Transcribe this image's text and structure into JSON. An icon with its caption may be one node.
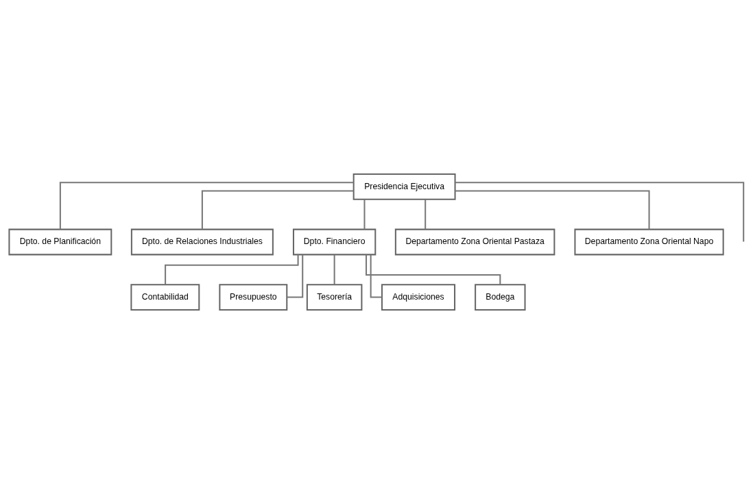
{
  "diagram": {
    "nodes": [
      {
        "text": [
          "Presidencia Ejecutiva"
        ]
      },
      {
        "text": [
          "Dpto. de Planificación"
        ]
      },
      {
        "text": [
          "Dpto. de Relaciones Industriales"
        ]
      },
      {
        "text": [
          "Dpto. Financiero"
        ]
      },
      {
        "text": [
          "Contabilidad"
        ]
      },
      {
        "text": [
          "Presupuesto"
        ]
      },
      {
        "text": [
          "Tesorería"
        ]
      },
      {
        "text": [
          "Adquisiciones"
        ]
      },
      {
        "text": [
          "Bodega"
        ]
      },
      {
        "text": [
          "Departamento Zona Oriental Pastaza"
        ]
      },
      {
        "text": [
          "Departamento Zona Oriental Napo"
        ]
      }
    ],
    "edges": [
      {
        "from": 0,
        "to": 1,
        "arrow": "none"
      },
      {
        "from": 0,
        "to": 2,
        "arrow": "none"
      },
      {
        "from": 0,
        "to": 3,
        "arrow": "none"
      },
      {
        "from": 3,
        "to": 4,
        "arrow": "none"
      },
      {
        "from": 3,
        "to": 7,
        "arrow": "none"
      },
      {
        "from": 3,
        "to": 5,
        "arrow": "none"
      },
      {
        "from": 3,
        "to": 8,
        "arrow": "none"
      },
      {
        "from": 3,
        "to": 6,
        "arrow": "none"
      },
      {
        "from": 0,
        "to": null,
        "arrow": "none"
      },
      {
        "from": 0,
        "to": 9,
        "arrow": "none"
      },
      {
        "from": 0,
        "to": 10,
        "arrow": "none"
      }
    ]
  }
}
